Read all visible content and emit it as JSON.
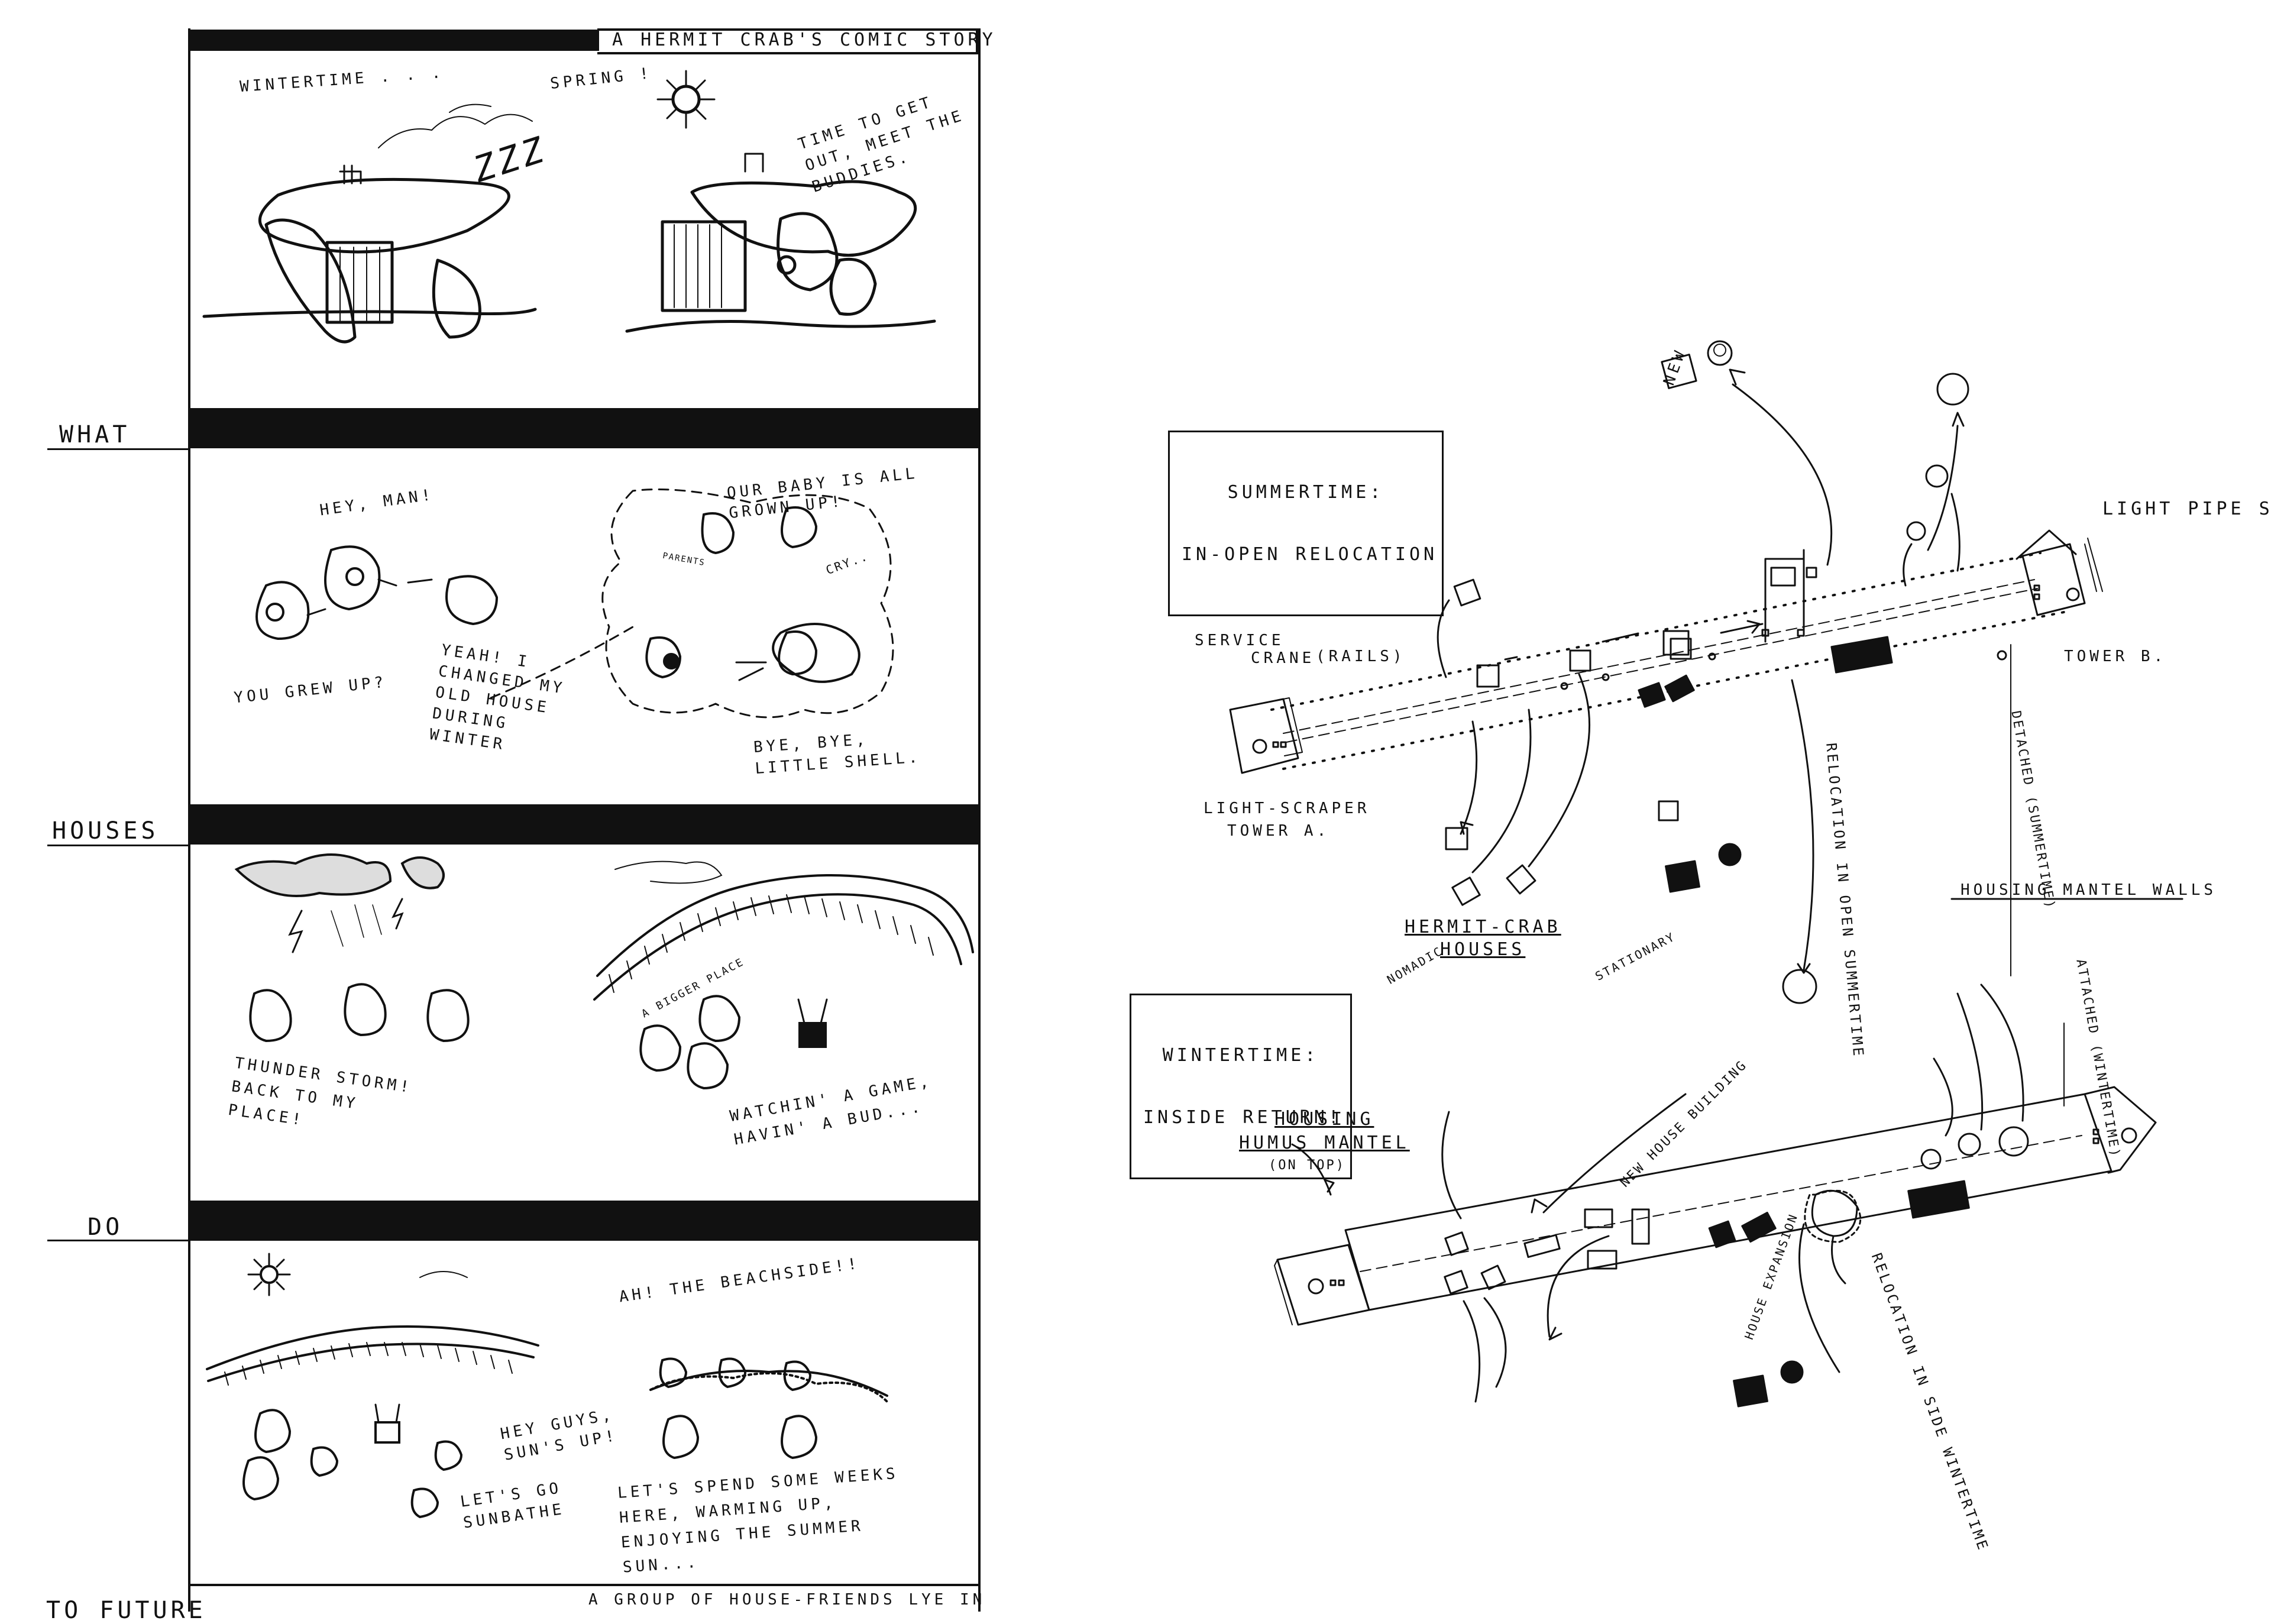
{
  "comic": {
    "title": "A HERMIT CRAB'S COMIC STORY",
    "section_labels": [
      "WHAT",
      "HOUSES",
      "DO",
      "TO FUTURE"
    ],
    "panel1": {
      "left_caption": "WINTERTIME . . .",
      "snore": "ZZZ",
      "right_caption": "SPRING !",
      "right_speech": "TIME TO GET OUT, MEET THE BUDDIES."
    },
    "panel2": {
      "hey_man": "HEY, MAN!",
      "you_grew_up": "YOU GREW UP?",
      "reply": "YEAH! I CHANGED MY OLD HOUSE DURING WINTER",
      "baby": "OUR BABY IS ALL GROWN UP!",
      "parents": "PARENTS",
      "cry": "CRY..",
      "bye": "BYE, BYE, LITTLE SHELL."
    },
    "panel3": {
      "storm": "THUNDER STORM! BACK TO MY PLACE!",
      "bigger_place": "A BIGGER PLACE",
      "game": "WATCHIN' A GAME, HAVIN' A BUD..."
    },
    "panel4": {
      "beachside": "AH! THE BEACHSIDE!!",
      "hey_guys": "HEY GUYS, SUN'S UP!",
      "sunbathe": "LET'S GO SUNBATHE",
      "spend": "LET'S SPEND SOME WEEKS HERE, WARMING UP, ENJOYING THE SUMMER SUN..."
    },
    "footer_caption": "A GROUP OF HOUSE-FRIENDS LYE IN"
  },
  "plan": {
    "summer_box": [
      "SUMMERTIME:",
      "IN-OPEN RELOCATION"
    ],
    "winter_box": [
      "WINTERTIME:",
      "INSIDE RETURN!"
    ],
    "new": "NEW",
    "light_pipe": "LIGHT PIPE SHAFT",
    "service": "SERVICE",
    "crane": "CRANE",
    "rails": "(RAILS)",
    "tower_b": "TOWER B.",
    "tower_a": [
      "LIGHT-SCRAPER",
      "TOWER A."
    ],
    "detached": "DETACHED (SUMMERTIME)",
    "relocation_open": "RELOCATION IN OPEN SUMMERTIME",
    "housing_mantel_walls": "HOUSING MANTEL WALLS",
    "nomadic": "NOMADIC",
    "stationary": "STATIONARY",
    "hermit_crab_houses": [
      "HERMIT-CRAB",
      "HOUSES"
    ],
    "attached": "ATTACHED (WINTERTIME)",
    "housing_humus": [
      "HOUSING",
      "HUMUS MANTEL",
      "(ON TOP)"
    ],
    "new_house_building": "NEW HOUSE BUILDING",
    "house_expansion": "HOUSE EXPANSION",
    "relocation_winter": "RELOCATION IN SIDE WINTERTIME"
  }
}
